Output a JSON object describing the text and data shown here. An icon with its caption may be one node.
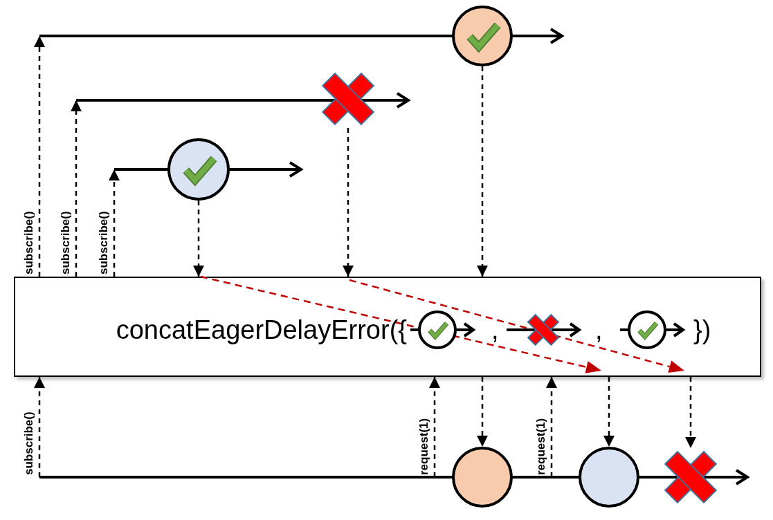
{
  "diagram": {
    "nodes": [
      {
        "text": [],
        "shape": "circle"
      },
      {
        "text": [],
        "shape": "cross"
      },
      {
        "text": [],
        "shape": "circle"
      },
      {
        "text": [
          "concatEagerDelayError({",
          ",",
          ",",
          "})"
        ]
      },
      {
        "text": [],
        "shape": "circle"
      },
      {
        "text": [],
        "shape": "circle"
      },
      {
        "text": [],
        "shape": "cross"
      }
    ],
    "edges": [
      {
        "from": 0,
        "to": 3,
        "arrow": "to",
        "style": "dashed"
      },
      {
        "from": 1,
        "to": 3,
        "arrow": "to",
        "style": "dashed"
      },
      {
        "from": 2,
        "to": 3,
        "arrow": "to",
        "style": "dashed"
      },
      {
        "from": 3,
        "to": null,
        "arrow": "to",
        "style": "dashed",
        "label": "subscribe()"
      },
      {
        "from": 3,
        "to": null,
        "arrow": "to",
        "style": "dashed",
        "label": "subscribe()"
      },
      {
        "from": 3,
        "to": null,
        "arrow": "to",
        "style": "dashed",
        "label": "subscribe()"
      },
      {
        "from": null,
        "to": 3,
        "arrow": "to",
        "style": "dashed",
        "label": "subscribe()"
      },
      {
        "from": null,
        "to": 3,
        "arrow": "to",
        "style": "dashed",
        "label": "request(1)"
      },
      {
        "from": null,
        "to": 3,
        "arrow": "to",
        "style": "dashed",
        "label": "request(1)"
      },
      {
        "from": 3,
        "to": 4,
        "arrow": "to",
        "style": "dashed"
      },
      {
        "from": 3,
        "to": 5,
        "arrow": "to",
        "style": "dashed"
      },
      {
        "from": 3,
        "to": 6,
        "arrow": "to",
        "style": "dashed"
      }
    ]
  }
}
